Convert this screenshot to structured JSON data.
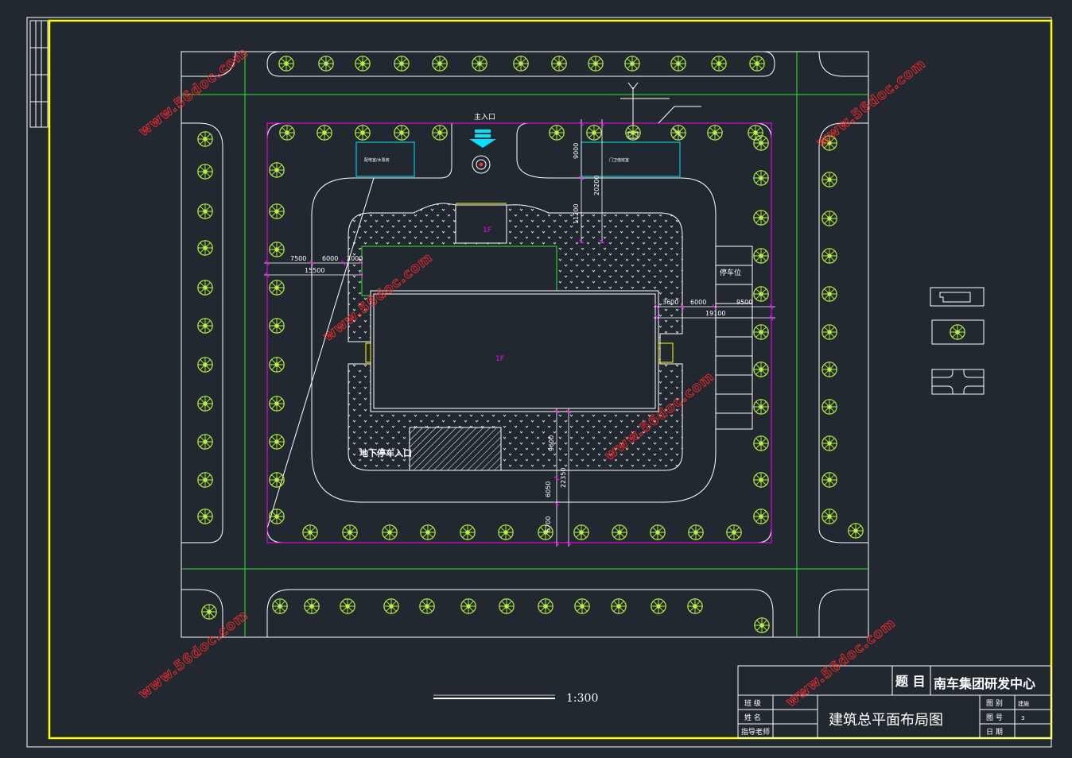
{
  "drawing": {
    "main_entrance_label": "主入口",
    "building_label_top": "1F",
    "building_label_main": "1F",
    "parking_label": "停车位",
    "underground_entrance_label": "地下停车入口",
    "scale_label": "1:300",
    "small_building_left_label": "配电室/水泵房",
    "small_building_right_label": "门卫值班室"
  },
  "dimensions": {
    "left_a": "7500",
    "left_b": "6000",
    "left_c": "2000",
    "left_total": "15500",
    "right_a": "3600",
    "right_b": "6000",
    "right_c": "9500",
    "right_total": "19100",
    "top_a": "9000",
    "top_b": "11200",
    "top_total": "20200",
    "bottom_a": "9600",
    "bottom_b": "6050",
    "bottom_c": "6700",
    "bottom_total": "22350"
  },
  "watermark": "www.56doc.com",
  "title_block": {
    "subject_label": "题 目",
    "project_name": "南车集团研发中心",
    "class_label": "班 级",
    "name_label": "姓 名",
    "advisor_label": "指导老师",
    "drawing_title": "建筑总平面布局图",
    "category_label": "图 别",
    "category_value": "建施",
    "number_label": "图 号",
    "number_value": "3",
    "date_label": "日 期"
  },
  "colors": {
    "background": "#212830",
    "frame": "#ffff00",
    "lines": "#ffffff",
    "green": "#2ee62e",
    "magenta": "#ff00ff",
    "tree": "#b8f23a",
    "cyan": "#00e5ff",
    "watermark": "#ff2a2a"
  }
}
